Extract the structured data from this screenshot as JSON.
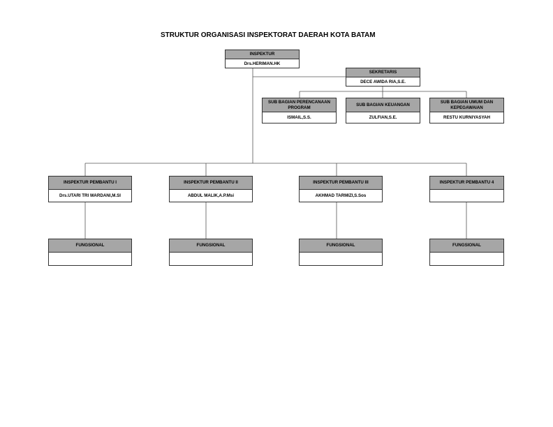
{
  "title": "STRUKTUR  ORGANISASI INSPEKTORAT DAERAH KOTA BATAM",
  "inspektur": {
    "role": "INSPEKTUR",
    "name": "Drs.HERIMAN.HK"
  },
  "sekretaris": {
    "role": "SEKRETARIS",
    "name": "DECE AWIDA RIA,S.E."
  },
  "sub_bagian": [
    {
      "role": "SUB BAGIAN PERENCANAAN PROGRAM",
      "name": "ISMAIL,S.S."
    },
    {
      "role": "SUB BAGIAN KEUANGAN",
      "name": "ZULFIAN,S.E."
    },
    {
      "role": "SUB BAGIAN UMUM DAN KEPEGAWAIAN",
      "name": "RESTU KURNIYASYAH"
    }
  ],
  "inspektur_pembantu": [
    {
      "role": "INSPEKTUR PEMBANTU I",
      "name": "Drs.UTARI TRI WARDANI,M.SI"
    },
    {
      "role": "INSPEKTUR PEMBANTU II",
      "name": "ABDUL MALIK,A.P.Msi"
    },
    {
      "role": "INSPEKTUR PEMBANTU III",
      "name": "AKHMAD TARMIZI,S.Sos"
    },
    {
      "role": "INSPEKTUR PEMBANTU 4",
      "name": ""
    }
  ],
  "fungsional": [
    {
      "role": "FUNGSIONAL",
      "name": ""
    },
    {
      "role": "FUNGSIONAL",
      "name": ""
    },
    {
      "role": "FUNGSIONAL",
      "name": ""
    },
    {
      "role": "FUNGSIONAL",
      "name": ""
    }
  ]
}
